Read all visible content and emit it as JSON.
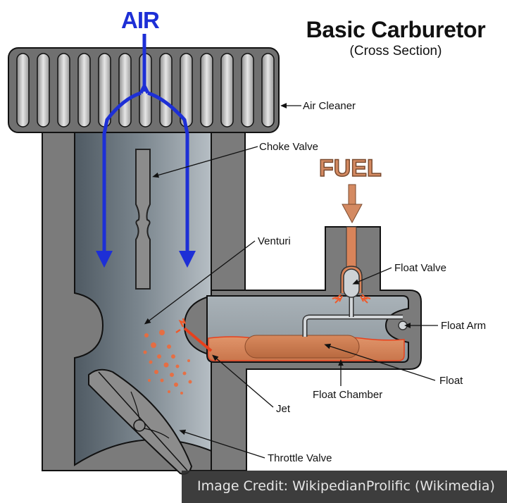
{
  "title": "Basic Carburetor",
  "subtitle": "(Cross Section)",
  "flows": {
    "air": "AIR",
    "fuel": "FUEL"
  },
  "labels": {
    "air_cleaner": "Air Cleaner",
    "choke_valve": "Choke Valve",
    "venturi": "Venturi",
    "float_valve": "Float Valve",
    "float_arm": "Float Arm",
    "float": "Float",
    "float_chamber": "Float Chamber",
    "jet": "Jet",
    "throttle_valve": "Throttle Valve"
  },
  "credit": "Image Credit: WikipedianProlific (Wikimedia)",
  "colors": {
    "air_flow": "#1d2fd6",
    "fuel": "#d9845a",
    "fuel_outline": "#e8401c",
    "body": "#7b7b7b",
    "bore": "#8e979e",
    "fuel_label": "#d48a62"
  }
}
